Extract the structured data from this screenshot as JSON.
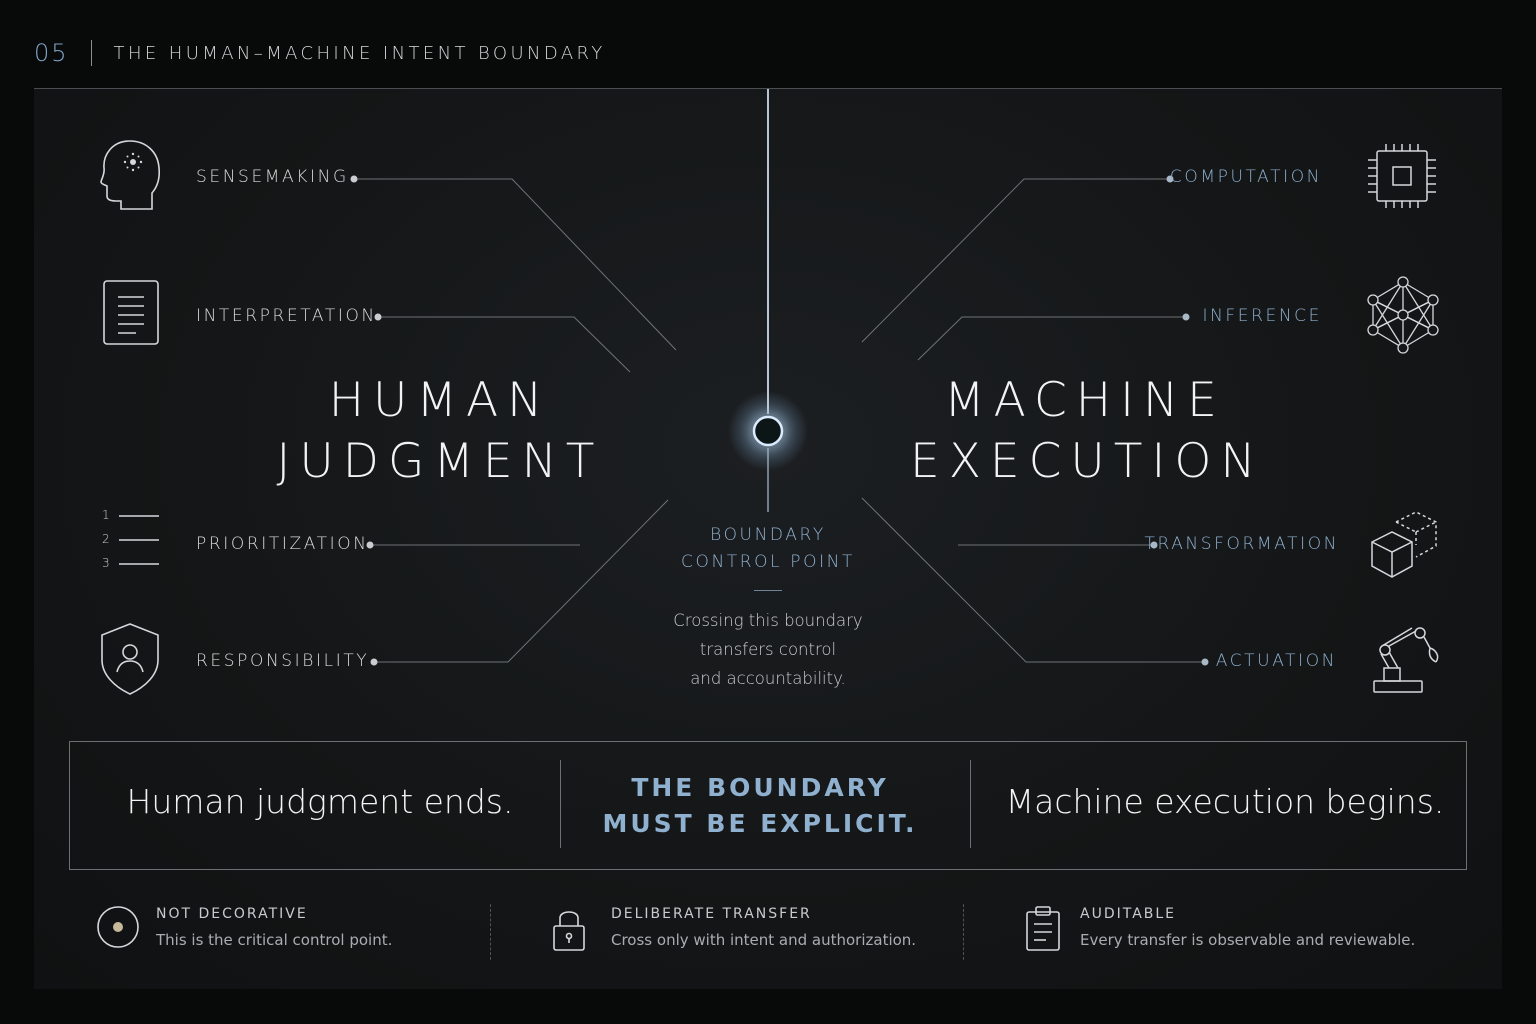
{
  "header": {
    "page_number": "05",
    "title": "THE HUMAN–MACHINE INTENT BOUNDARY"
  },
  "left": {
    "title_line1": "HUMAN",
    "title_line2": "JUDGMENT",
    "items": [
      {
        "label": "SENSEMAKING",
        "icon": "head-icon"
      },
      {
        "label": "INTERPRETATION",
        "icon": "document-icon"
      },
      {
        "label": "PRIORITIZATION",
        "icon": "numbered-list-icon",
        "list_numbers": [
          "1",
          "2",
          "3"
        ]
      },
      {
        "label": "RESPONSIBILITY",
        "icon": "shield-user-icon"
      }
    ]
  },
  "right": {
    "title_line1": "MACHINE",
    "title_line2": "EXECUTION",
    "items": [
      {
        "label": "COMPUTATION",
        "icon": "chip-icon"
      },
      {
        "label": "INFERENCE",
        "icon": "neural-network-icon"
      },
      {
        "label": "TRANSFORMATION",
        "icon": "cube-transform-icon"
      },
      {
        "label": "ACTUATION",
        "icon": "robot-arm-icon"
      }
    ]
  },
  "center": {
    "title_line1": "BOUNDARY",
    "title_line2": "CONTROL POINT",
    "desc_line1": "Crossing this boundary",
    "desc_line2": "transfers control",
    "desc_line3": "and accountability."
  },
  "banner": {
    "left": "Human judgment ends.",
    "center_line1": "THE BOUNDARY",
    "center_line2": "MUST BE EXPLICIT.",
    "right": "Machine execution begins."
  },
  "footer": [
    {
      "title": "NOT DECORATIVE",
      "desc": "This is the critical control point.",
      "icon": "target-icon"
    },
    {
      "title": "DELIBERATE TRANSFER",
      "desc": "Cross only with intent and authorization.",
      "icon": "lock-icon"
    },
    {
      "title": "AUDITABLE",
      "desc": "Every transfer is observable and reviewable.",
      "icon": "clipboard-icon"
    }
  ],
  "colors": {
    "accent": "#8fb0cf",
    "background": "#080909",
    "panel": "#141617",
    "glow": "#cfe6ff"
  }
}
